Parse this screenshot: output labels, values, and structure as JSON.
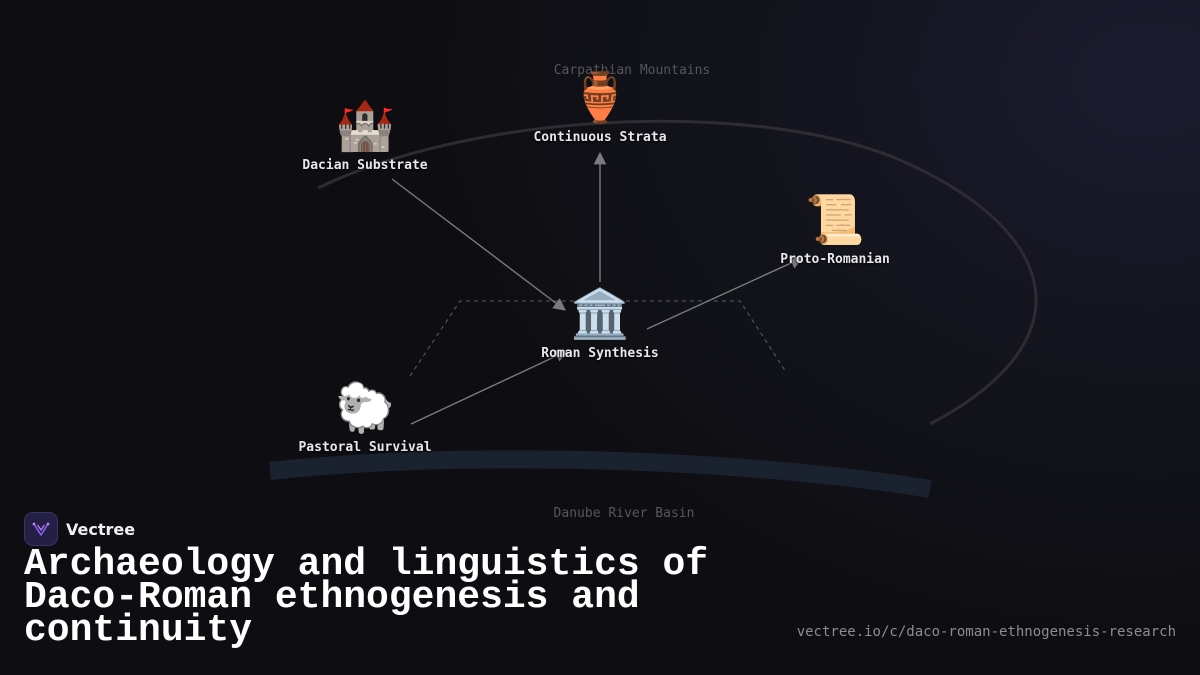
{
  "diagram": {
    "regions": {
      "top": "Carpathian Mountains",
      "bottom": "Danube River Basin"
    },
    "nodes": {
      "dacian": {
        "label": "Dacian Substrate",
        "icon": "castle-icon",
        "glyph": "🏰"
      },
      "strata": {
        "label": "Continuous Strata",
        "icon": "amphora-icon",
        "glyph": "🏺"
      },
      "proto": {
        "label": "Proto-Romanian",
        "icon": "scroll-icon",
        "glyph": "📜"
      },
      "roman": {
        "label": "Roman Synthesis",
        "icon": "classical-building-icon",
        "glyph": "🏛️"
      },
      "pastoral": {
        "label": "Pastoral Survival",
        "icon": "sheep-icon",
        "glyph": "🐑"
      }
    },
    "edges": [
      {
        "from": "Dacian Substrate",
        "to": "Roman Synthesis"
      },
      {
        "from": "Pastoral Survival",
        "to": "Roman Synthesis"
      },
      {
        "from": "Roman Synthesis",
        "to": "Continuous Strata"
      },
      {
        "from": "Roman Synthesis",
        "to": "Proto-Romanian"
      }
    ]
  },
  "brand": {
    "name": "Vectree",
    "logo_icon": "vectree-logo-icon",
    "accent": "#8b5cf6"
  },
  "title": "Archaeology and linguistics of Daco-Roman ethnogenesis and continuity",
  "url": "vectree.io/c/daco-roman-ethnogenesis-research",
  "colors": {
    "background": "#0e0e12",
    "edge": "#7a7a80",
    "river": "#1a2230",
    "mountain_arc": "#2c2c32"
  }
}
